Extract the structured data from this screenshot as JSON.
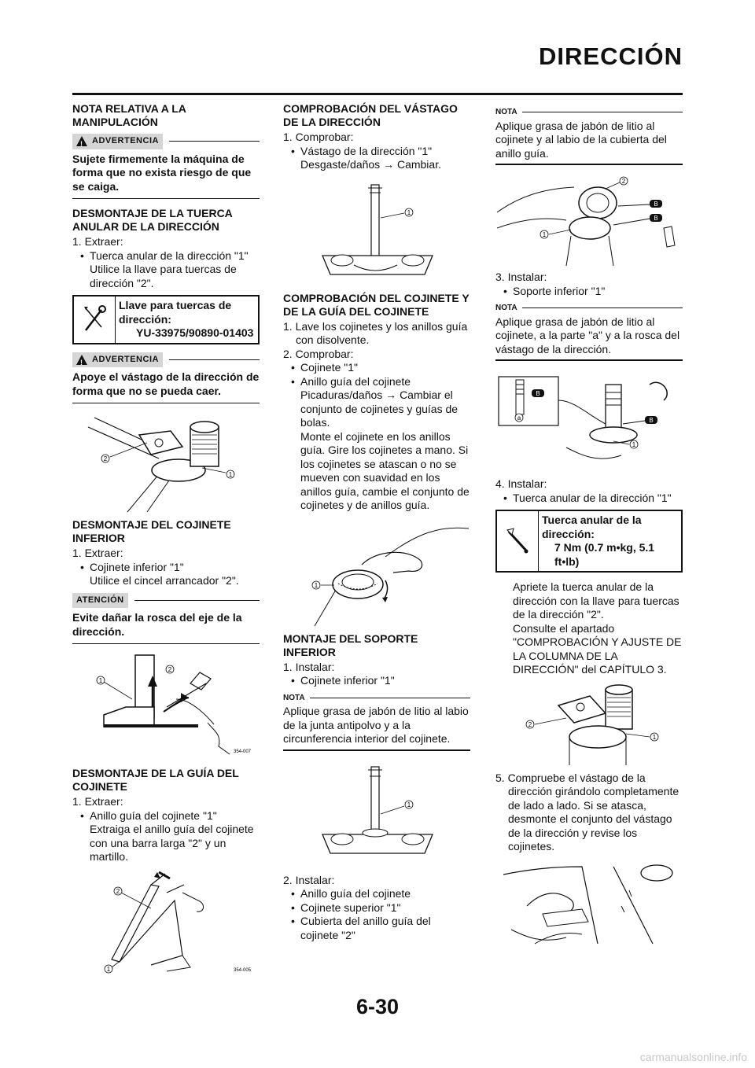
{
  "header": {
    "title": "DIRECCIÓN"
  },
  "footer": {
    "page_number": "6-30"
  },
  "watermark": "carmanualsonline.info",
  "col1": {
    "s1_heading": "NOTA RELATIVA A LA MANIPULACIÓN",
    "warn1_label": "ADVERTENCIA",
    "warn1_text": "Sujete firmemente la máquina de forma que no exista riesgo de que se caiga.",
    "s2_heading": "DESMONTAJE DE LA TUERCA ANULAR DE LA DIRECCIÓN",
    "s2_step1": "1. Extraer:",
    "s2_bullet1": "Tuerca anular de la dirección \"1\"",
    "s2_bullet1_sub": "Utilice la llave para tuercas de dirección \"2\".",
    "tool_name": "Llave para tuercas de dirección:",
    "tool_code": "YU-33975/90890-01403",
    "warn2_label": "ADVERTENCIA",
    "warn2_text": "Apoye el vástago de la dirección de forma que no se pueda caer.",
    "s3_heading": "DESMONTAJE DEL COJINETE INFERIOR",
    "s3_step1": "1. Extraer:",
    "s3_bullet1": "Cojinete inferior \"1\"",
    "s3_bullet1_sub": "Utilice el cincel arrancador \"2\".",
    "caution_label": "ATENCIÓN",
    "caution_text": "Evite dañar la rosca del eje de la dirección.",
    "fig3_code": "354-007",
    "s4_heading": "DESMONTAJE DE LA GUÍA DEL COJINETE",
    "s4_step1": "1. Extraer:",
    "s4_bullet1": "Anillo guía del cojinete \"1\"",
    "s4_bullet1_sub": "Extraiga el anillo guía del cojinete con una barra larga \"2\" y un martillo.",
    "fig4_code": "354-005"
  },
  "col2": {
    "s1_heading": "COMPROBACIÓN DEL VÁSTAGO DE LA DIRECCIÓN",
    "s1_step1": "1. Comprobar:",
    "s1_bullet1": "Vástago de la dirección \"1\"",
    "s1_bullet1_sub": "Desgaste/daños → Cambiar.",
    "s2_heading": "COMPROBACIÓN DEL COJINETE Y DE LA GUÍA DEL COJINETE",
    "s2_step1": "1. Lave los cojinetes y los anillos guía con disolvente.",
    "s2_step2": "2. Comprobar:",
    "s2_bullet1": "Cojinete \"1\"",
    "s2_bullet2": "Anillo guía del cojinete",
    "s2_bullet2_sub1": "Picaduras/daños → Cambiar el conjunto de cojinetes y guías de bolas.",
    "s2_bullet2_sub2": "Monte el cojinete en los anillos guía. Gire los cojinetes a mano. Si los cojinetes se atascan o no se mueven con suavidad en los anillos guía, cambie el conjunto de cojinetes y de anillos guía.",
    "s3_heading": "MONTAJE DEL SOPORTE INFERIOR",
    "s3_step1": "1. Instalar:",
    "s3_bullet1": "Cojinete inferior \"1\"",
    "nota_label": "NOTA",
    "nota_text": "Aplique grasa de jabón de litio al labio de la junta antipolvo y a la circunferencia interior del cojinete.",
    "s3_step2": "2. Instalar:",
    "s3_bullet2": "Anillo guía del cojinete",
    "s3_bullet3": "Cojinete superior \"1\"",
    "s3_bullet4": "Cubierta del anillo guía del cojinete \"2\""
  },
  "col3": {
    "nota1_label": "NOTA",
    "nota1_text": "Aplique grasa de jabón de litio al cojinete y al labio de la cubierta del anillo guía.",
    "step3": "3. Instalar:",
    "step3_bullet": "Soporte inferior \"1\"",
    "nota2_label": "NOTA",
    "nota2_text": "Aplique grasa de jabón de litio al cojinete, a la parte \"a\" y a la rosca del vástago de la dirección.",
    "step4": "4. Instalar:",
    "step4_bullet": "Tuerca anular de la dirección \"1\"",
    "torque_name": "Tuerca anular de la dirección:",
    "torque_value": "7 Nm (0.7 m•kg, 5.1 ft•lb)",
    "step4_sub1": "Apriete la tuerca anular de la dirección con la llave para tuercas de la dirección \"2\".",
    "step4_sub2": "Consulte el apartado \"COMPROBACIÓN Y AJUSTE DE LA COLUMNA DE LA DIRECCIÓN\" del CAPÍTULO 3.",
    "step5": "5. Compruebe el vástago de la dirección girándolo completamente de lado a lado. Si se atasca, desmonte el conjunto del vástago de la dirección y revise los cojinetes."
  },
  "labels": {
    "n1": "1",
    "n2": "2",
    "a": "a",
    "grease": "B"
  }
}
